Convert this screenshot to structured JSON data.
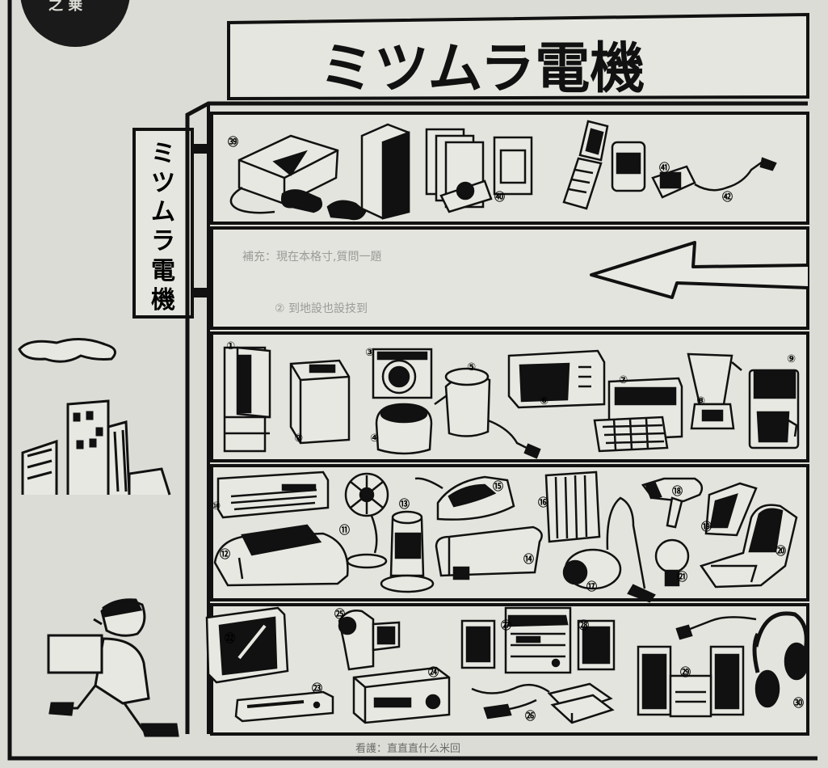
{
  "corner_tab": "之 乗",
  "store": {
    "sign_top": "ミツムラ電機",
    "sign_side": [
      "ミ",
      "ツ",
      "ム",
      "ラ",
      "電",
      "機"
    ]
  },
  "background_text": {
    "row2_ghost_1": "補充：現在本格寸,質問一題",
    "row2_ghost_2": "② 到地設也設技到",
    "bottom_ghost": "看護：直直直什么米回"
  },
  "item_numbers": {
    "n1": "①",
    "n2": "②",
    "n3": "③",
    "n4": "④",
    "n5": "⑤",
    "n6": "⑥",
    "n7": "⑦",
    "n8": "⑧",
    "n9": "⑨",
    "n10": "⑩",
    "n11": "⑪",
    "n12": "⑫",
    "n13": "⑬",
    "n14": "⑭",
    "n15": "⑮",
    "n16": "⑯",
    "n17": "⑰",
    "n18": "⑱",
    "n19": "⑲",
    "n20": "⑳",
    "n21": "㉑",
    "n22": "㉒",
    "n23": "㉓",
    "n24": "㉔",
    "n25": "㉕",
    "n26": "㉖",
    "n27": "㉗",
    "n28": "㉘",
    "n29": "㉙",
    "n30": "㉚",
    "n39": "㊴",
    "n40": "㊵",
    "n41": "㊶",
    "n42": "㊷"
  },
  "colors": {
    "ink": "#111111",
    "paper": "#dcdcd6",
    "panel": "#e4e4de"
  }
}
